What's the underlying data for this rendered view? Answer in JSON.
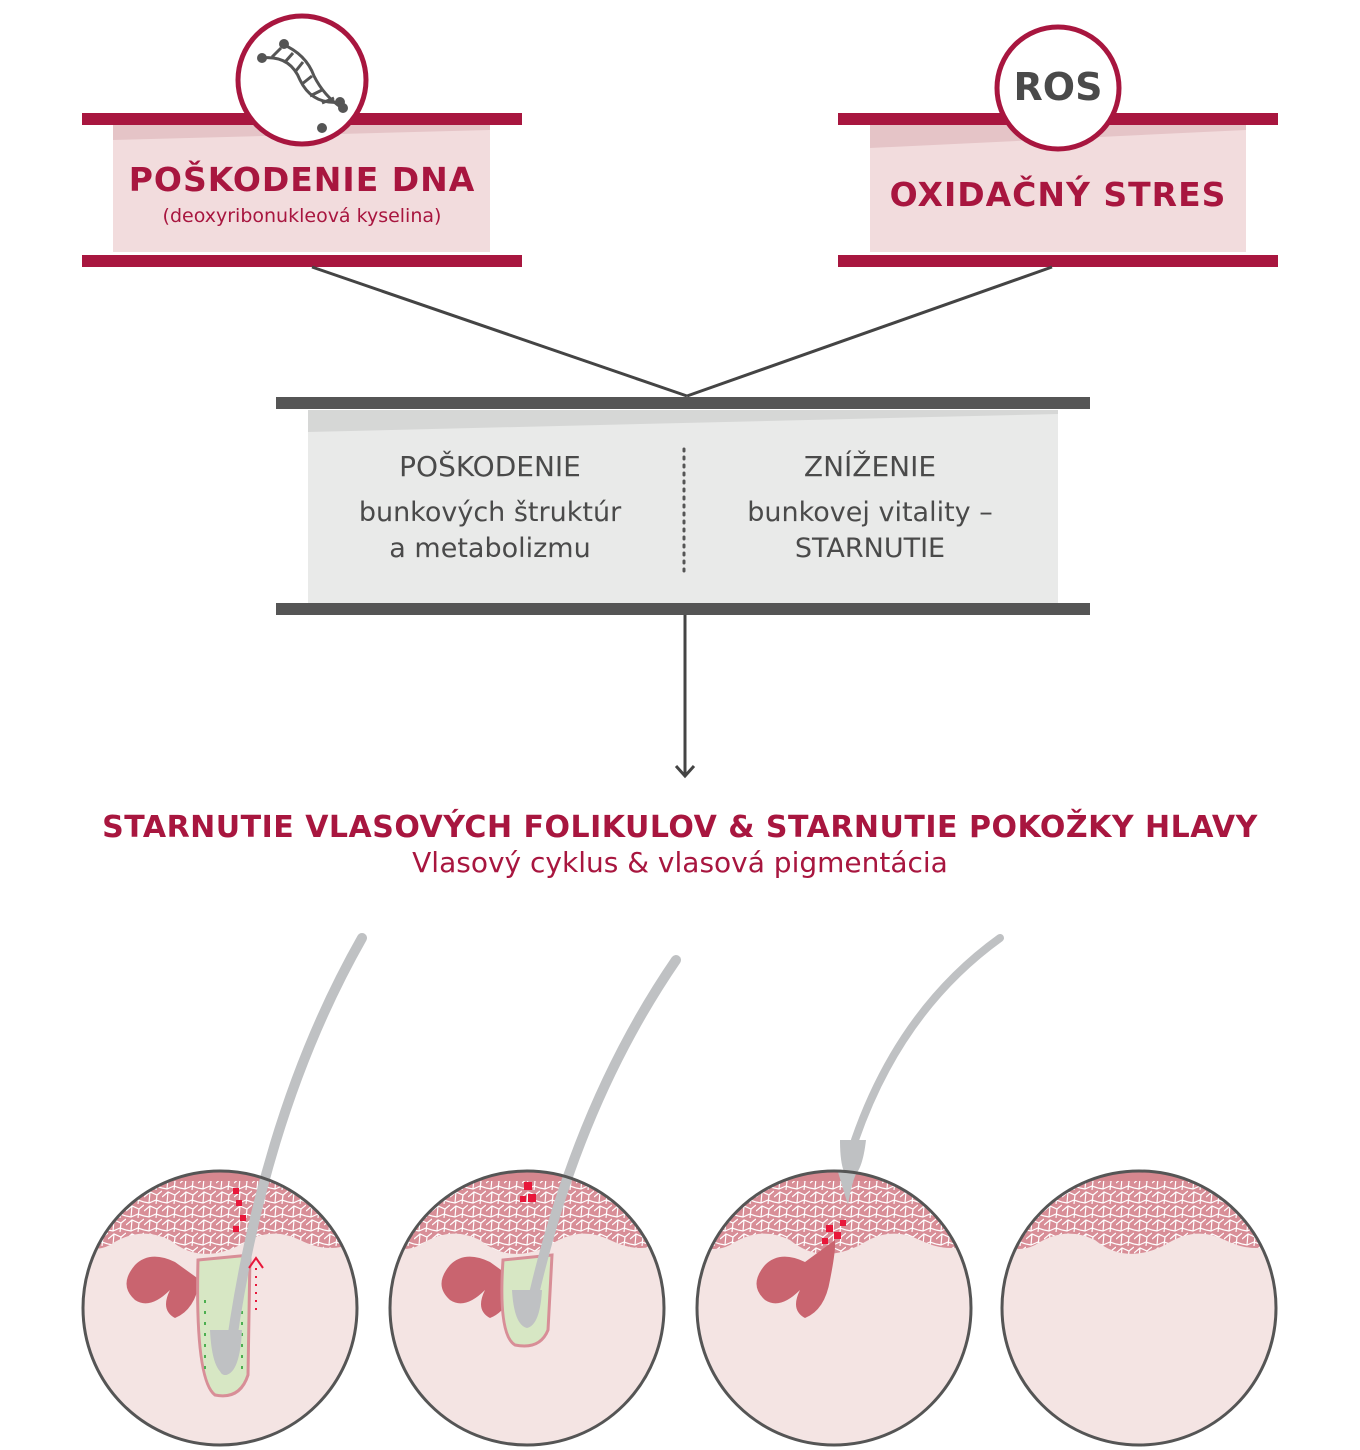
{
  "colors": {
    "accent": "#a8163f",
    "accent_light_fill": "#f2dcdd",
    "gray_bar": "#555555",
    "gray_fill": "#e9eae9",
    "skin": "#f4e4e3",
    "epidermis": "#d88e97",
    "hair": "#bfc1c3"
  },
  "left_box": {
    "icon": "dna-icon",
    "title": "POŠKODENIE DNA",
    "subtitle": "(deoxyribonukleová kyselina)"
  },
  "right_box": {
    "icon_text": "ROS",
    "title": "OXIDAČNÝ STRES"
  },
  "middle_box": {
    "left_heading": "POŠKODENIE",
    "left_line1": "bunkových štruktúr",
    "left_line2": "a metabolizmu",
    "right_heading": "ZNÍŽENIE",
    "right_line1": "bunkovej vitality –",
    "right_line2": "STARNUTIE"
  },
  "result": {
    "title": "STARNUTIE VLASOVÝCH FOLIKULOV & STARNUTIE POKOŽKY HLAVY",
    "subtitle": "Vlasový cyklus & vlasová pigmentácia"
  },
  "stages": [
    {
      "name": "healthy-follicle"
    },
    {
      "name": "aging-follicle"
    },
    {
      "name": "detaching-hair"
    },
    {
      "name": "empty-scalp"
    }
  ]
}
